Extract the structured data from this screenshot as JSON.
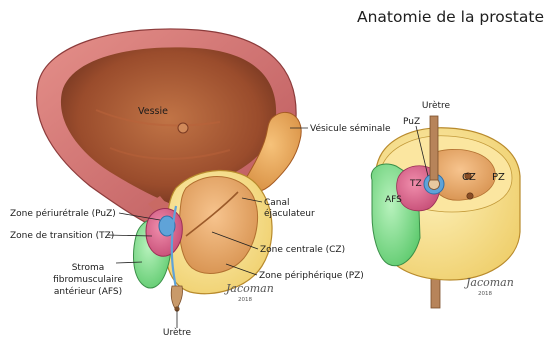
{
  "title": "Anatomie de la prostate",
  "colors": {
    "bladder_wall": "#d6736a",
    "bladder_wall_dark": "#a54a48",
    "bladder_lumen": "#9f4f2e",
    "seminal_vesicle": "#eda85a",
    "central_zone": "#efb279",
    "peripheral_zone": "#fbe49a",
    "transition_zone": "#e06b92",
    "periurethral_zone": "#5fa3d8",
    "afs": "#8fe29a",
    "urethra": "#b7845a",
    "leader_line": "#222222"
  },
  "sagittal_view": {
    "labels": {
      "vessie": "Vessie",
      "vesicule": "Vésicule séminale",
      "canal_line1": "Canal",
      "canal_line2": "éjaculateur",
      "puz": "Zone périurétrale (PuZ)",
      "tz": "Zone de transition (TZ)",
      "afs_line1": "Stroma",
      "afs_line2": "fibromusculaire",
      "afs_line3": "antérieur (AFS)",
      "cz": "Zone centrale (CZ)",
      "pz": "Zone périphérique (PZ)",
      "uretre": "Urètre"
    },
    "signature": "Jacoman",
    "signature_year": "2018"
  },
  "cross_section_view": {
    "labels": {
      "uretre": "Urètre",
      "puz": "PuZ",
      "tz": "TZ",
      "cz": "CZ",
      "pz": "PZ",
      "afs": "AFS"
    },
    "signature": "Jacoman",
    "signature_year": "2018"
  }
}
